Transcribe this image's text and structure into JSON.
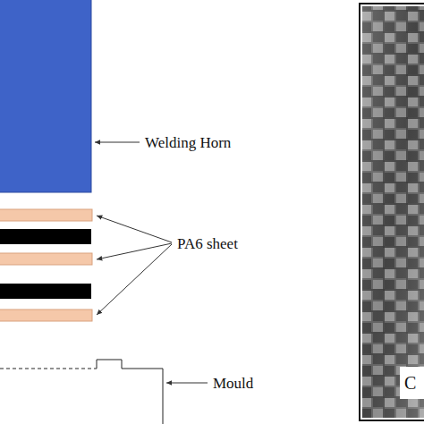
{
  "diagram": {
    "labels": [
      "Welding Horn",
      "PA6 sheet",
      "Mould",
      "C"
    ]
  }
}
